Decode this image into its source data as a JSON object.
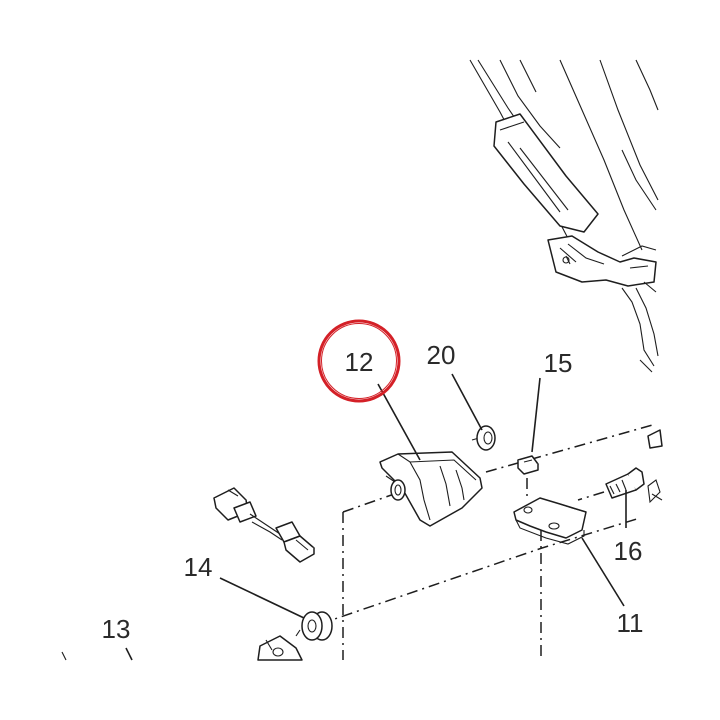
{
  "callouts": {
    "c12": "12",
    "c20": "20",
    "c15": "15",
    "c14": "14",
    "c16": "16",
    "c13": "13",
    "c11": "11"
  },
  "highlight": {
    "target": "12",
    "color": "#d42027"
  },
  "colors": {
    "line": "#1e1e1e",
    "text": "#2a2a2a",
    "background": "#ffffff"
  }
}
